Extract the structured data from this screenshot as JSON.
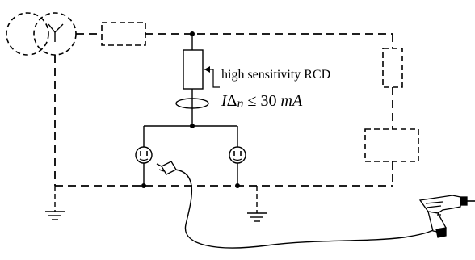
{
  "diagram": {
    "rcd_label": "high sensitivity RCD",
    "formula": {
      "symbol": "I",
      "delta": "Δ",
      "subscript": "n",
      "relation": " ≤ 30 ",
      "unit": "mA"
    }
  },
  "colors": {
    "line": "#000000",
    "background": "#ffffff"
  },
  "icons": [
    "transformer-symbol-icon",
    "rcd-symbol-icon",
    "current-transformer-ring-icon",
    "socket-outlet-icon",
    "plug-icon",
    "electric-drill-icon",
    "ground-symbol-icon"
  ]
}
